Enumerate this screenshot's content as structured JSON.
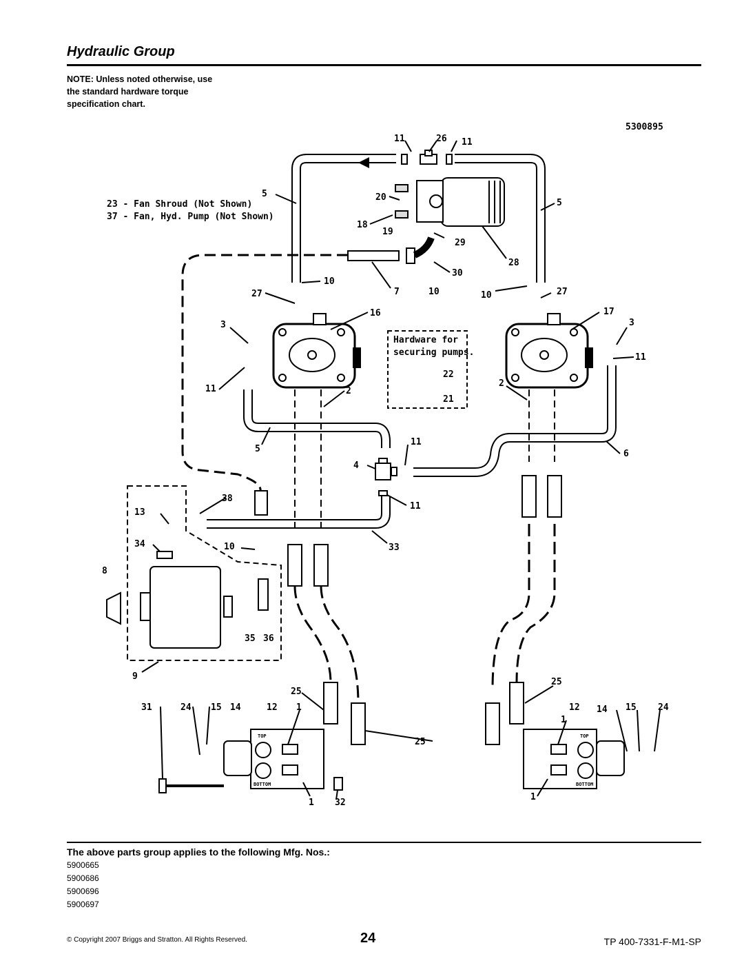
{
  "header": {
    "title": "Hydraulic Group"
  },
  "note": {
    "lines": [
      "NOTE: Unless noted otherwise, use",
      "the standard hardware torque",
      "specification chart."
    ]
  },
  "diagram": {
    "drawing_number": "5300895",
    "not_shown": [
      "23 - Fan Shroud (Not Shown)",
      "37 - Fan, Hyd. Pump (Not Shown)"
    ],
    "hardware_box": [
      "Hardware for",
      "securing pumps."
    ],
    "callouts": {
      "c11a": "11",
      "c26": "26",
      "c11b": "11",
      "c5a": "5",
      "c20": "20",
      "c5b": "5",
      "c18": "18",
      "c19": "19",
      "c29": "29",
      "c28": "28",
      "c30": "30",
      "c10a": "10",
      "c7": "7",
      "c10b": "10",
      "c10c": "10",
      "c27a": "27",
      "c27b": "27",
      "c16": "16",
      "c17": "17",
      "c3a": "3",
      "c3b": "3",
      "c11c": "11",
      "c22": "22",
      "c11d": "11",
      "c2a": "2",
      "c2b": "2",
      "c21": "21",
      "c5c": "5",
      "c11e": "11",
      "c6": "6",
      "c4": "4",
      "c38": "38",
      "c13": "13",
      "c11f": "11",
      "c34": "34",
      "c10d": "10",
      "c33": "33",
      "c8": "8",
      "c35": "35",
      "c36": "36",
      "c9": "9",
      "c25a": "25",
      "c25b": "25",
      "c31": "31",
      "c24a": "24",
      "c15a": "15",
      "c14a": "14",
      "c12a": "12",
      "c1a": "1",
      "c12b": "12",
      "c14b": "14",
      "c15b": "15",
      "c24b": "24",
      "c1b": "1",
      "c25c": "25",
      "c1c": "1",
      "c32": "32",
      "c1d": "1"
    },
    "valve_labels": {
      "top": "TOP",
      "bottom": "BOTTOM"
    }
  },
  "applies": {
    "heading": "The above parts group applies to the following Mfg. Nos.:",
    "numbers": [
      "5900665",
      "5900686",
      "5900696",
      "5900697"
    ]
  },
  "footer": {
    "copyright": "© Copyright  2007 Briggs and Stratton. All Rights Reserved.",
    "page": "24",
    "doc_number": "TP 400-7331-F-M1-SP"
  }
}
